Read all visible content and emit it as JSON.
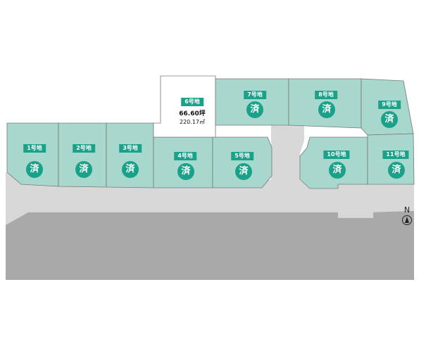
{
  "north_label": "N",
  "colors": {
    "lot_sold": "#a8d8cd",
    "lot_border": "#777777",
    "badge": "#1aa18a",
    "road_dark": "#a9a9a9",
    "road_light": "#d8d8d8",
    "lot_available": "#ffffff"
  },
  "lots": [
    {
      "id": "1",
      "label": "1号地",
      "sold_mark": "済",
      "status": "sold"
    },
    {
      "id": "2",
      "label": "2号地",
      "sold_mark": "済",
      "status": "sold"
    },
    {
      "id": "3",
      "label": "3号地",
      "sold_mark": "済",
      "status": "sold"
    },
    {
      "id": "4",
      "label": "4号地",
      "sold_mark": "済",
      "status": "sold"
    },
    {
      "id": "5",
      "label": "5号地",
      "sold_mark": "済",
      "status": "sold"
    },
    {
      "id": "6",
      "label": "6号地",
      "status": "available",
      "area_tsubo": "66.60坪",
      "area_sqm": "220.17㎡"
    },
    {
      "id": "7",
      "label": "7号地",
      "sold_mark": "済",
      "status": "sold"
    },
    {
      "id": "8",
      "label": "8号地",
      "sold_mark": "済",
      "status": "sold"
    },
    {
      "id": "9",
      "label": "9号地",
      "sold_mark": "済",
      "status": "sold"
    },
    {
      "id": "10",
      "label": "10号地",
      "sold_mark": "済",
      "status": "sold"
    },
    {
      "id": "11",
      "label": "11号地",
      "sold_mark": "済",
      "status": "sold"
    }
  ]
}
